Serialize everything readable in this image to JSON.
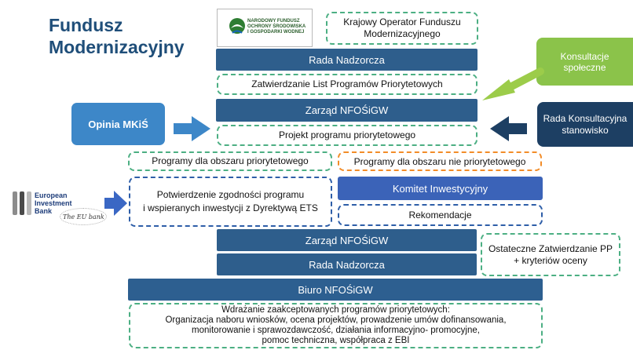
{
  "title": {
    "line1": "Fundusz",
    "line2": "Modernizacyjny"
  },
  "logo": {
    "line1": "NARODOWY FUNDUSZ",
    "line2": "OCHRONY ŚRODOWISKA",
    "line3": "I GOSPODARKI WODNEJ"
  },
  "operator": {
    "line1": "Krajowy Operator Funduszu",
    "line2": "Modernizacyjnego"
  },
  "rada_nadzorcza_top": "Rada Nadzorcza",
  "zatwierdzanie": "Zatwierdzanie List Programów Priorytetowych",
  "zarzad_top": "Zarząd NFOŚiGW",
  "projekt": "Projekt programu priorytetowego",
  "opinia": "Opinia MKiŚ",
  "konsultacje": {
    "line1": "Konsultacje",
    "line2": "społeczne"
  },
  "rada_konsultacyjna": {
    "line1": "Rada Konsultacyjna",
    "line2": "stanowisko"
  },
  "programy_prio": "Programy dla obszaru priorytetowego",
  "programy_nieprio": "Programy dla obszaru nie priorytetowego",
  "eib": {
    "line1": "European",
    "line2": "Investment",
    "line3": "Bank",
    "tagline": "The EU bank"
  },
  "potwierdzenie": {
    "line1": "Potwierdzenie zgodności programu",
    "line2": "i wspieranych inwestycji z Dyrektywą ETS"
  },
  "komitet": "Komitet Inwestycyjny",
  "rekomendacje": "Rekomendacje",
  "zarzad_bottom": "Zarząd NFOŚiGW",
  "rada_nadzorcza_bottom": "Rada Nadzorcza",
  "ostateczne": {
    "line1": "Ostateczne Zatwierdzanie PP",
    "line2": "+ kryteriów oceny"
  },
  "biuro": "Biuro NFOŚiGW",
  "wdrazanie": {
    "line1": "Wdrażanie zaakceptowanych programów priorytetowych:",
    "line2": "Organizacja naboru wniosków, ocena projektów, prowadzenie umów dofinansowania,",
    "line3": "monitorowanie i sprawozdawczość,  działania informacyjno- promocyjne,",
    "line4": "pomoc techniczna, współpraca z EBI"
  },
  "colors": {
    "title": "#1f4e79",
    "navy": "#2e5e8c",
    "green_dash": "#4caf83",
    "orange_dash": "#f28c28",
    "blue_dash": "#2e5ea8",
    "opinia": "#3d87c8",
    "konsultacje": "#8bc34a",
    "rada_konsultacyjna": "#1d3f63",
    "komitet": "#3b63b8"
  }
}
